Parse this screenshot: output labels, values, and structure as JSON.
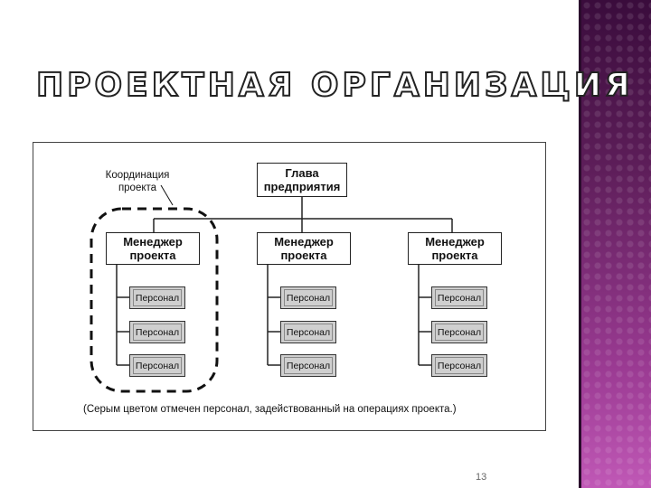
{
  "title": "ПРОЕКТНАЯ ОРГАНИЗАЦИЯ",
  "diagram": {
    "head": {
      "line1": "Глава",
      "line2": "предприятия"
    },
    "managers": [
      {
        "line1": "Менеджер",
        "line2": "проекта"
      },
      {
        "line1": "Менеджер",
        "line2": "проекта"
      },
      {
        "line1": "Менеджер",
        "line2": "проекта"
      }
    ],
    "personnel_label": "Персонал",
    "coordination": {
      "line1": "Координация",
      "line2": "проекта"
    },
    "note": "(Серым цветом отмечен персонал, задействованный на операциях проекта.)"
  },
  "page_number": "13",
  "colors": {
    "side_panel": "#7a2a74",
    "personnel_fill": "#cfcfcf"
  }
}
